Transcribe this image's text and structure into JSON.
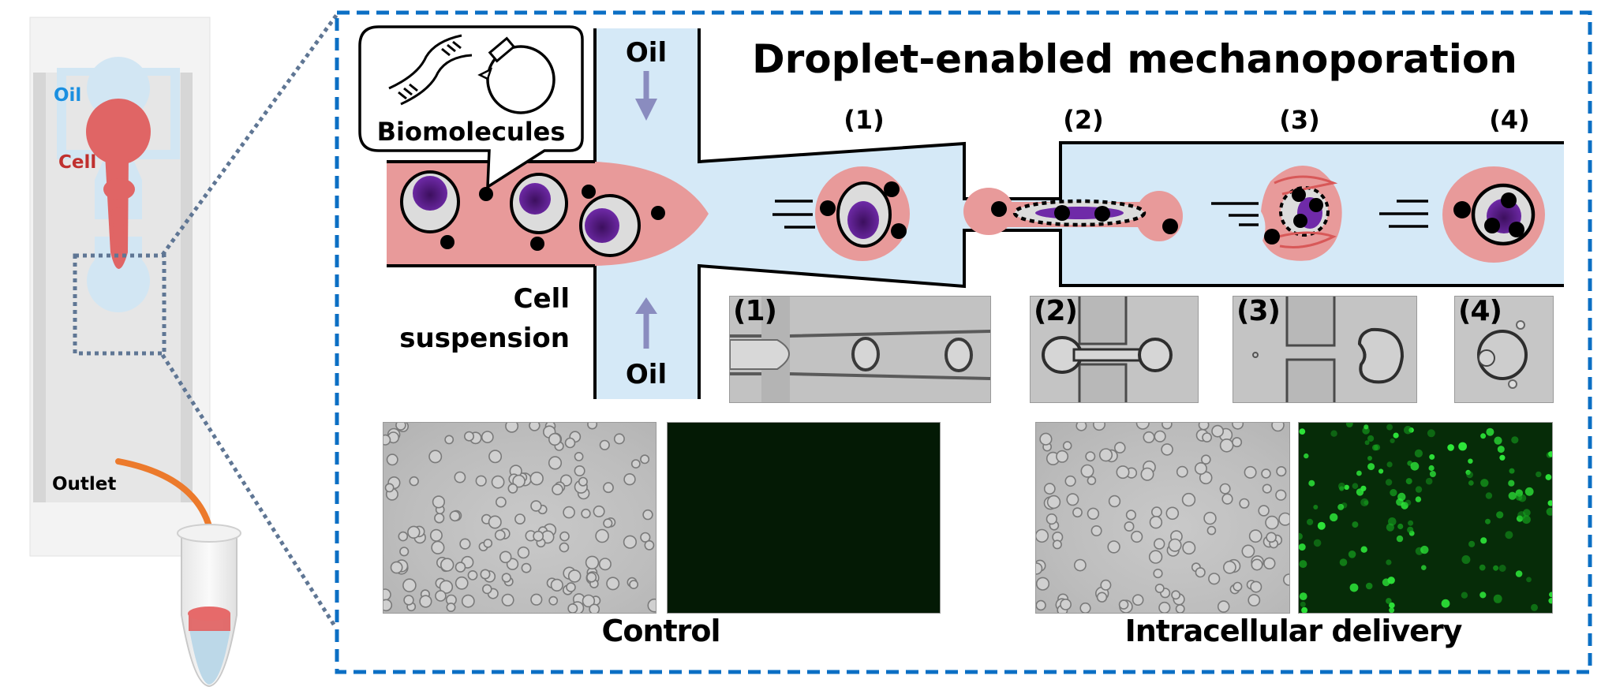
{
  "title": "Droplet-enabled mechanoporation",
  "chip": {
    "oil_label": "Oil",
    "cell_label": "Cell",
    "outlet_label": "Outlet",
    "colors": {
      "oil": "#1a8fe0",
      "cell": "#c0302e",
      "droplet": "#e06565",
      "oil_fill": "#d2e6f3"
    }
  },
  "schematic": {
    "callout_label": "Biomolecules",
    "callout_icons": [
      "dna-icon",
      "plasmid-icon"
    ],
    "oil_top_label": "Oil",
    "oil_bottom_label": "Oil",
    "cell_suspension_label": [
      "Cell",
      "suspension"
    ],
    "steps": [
      "(1)",
      "(2)",
      "(3)",
      "(4)"
    ]
  },
  "micrographs": [
    {
      "label": "(1)",
      "description": "droplet generation at junction"
    },
    {
      "label": "(2)",
      "description": "droplet squeezed through constriction"
    },
    {
      "label": "(3)",
      "description": "droplet exits constriction with recirculation"
    },
    {
      "label": "(4)",
      "description": "droplet recovers round shape"
    }
  ],
  "results": {
    "control_label": "Control",
    "delivery_label": "Intracellular delivery",
    "panels": [
      {
        "group": "control",
        "type": "brightfield"
      },
      {
        "group": "control",
        "type": "fluorescence"
      },
      {
        "group": "delivery",
        "type": "brightfield"
      },
      {
        "group": "delivery",
        "type": "fluorescence"
      }
    ]
  },
  "colors": {
    "frame": "#0b6fc4",
    "zoom_lines": "#5f7694",
    "channel_fill": "#d5e9f7",
    "droplet_fill": "#e89a9a",
    "nucleus": "#5c1e8e",
    "arrow": "#8a8cbf",
    "tubing": "#ec7a2c",
    "gfp": "#2ee83a"
  }
}
